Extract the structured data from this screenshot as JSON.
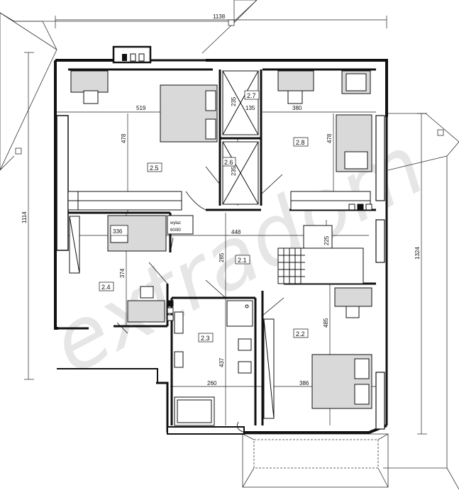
{
  "watermark": "extradom",
  "dimensions": {
    "top_total": "1138",
    "left_total": "1114",
    "right_total": "1324",
    "d519": "519",
    "d380": "380",
    "d135": "135",
    "d235a": "235",
    "d235b": "235",
    "d478a": "478",
    "d478b": "478",
    "d448": "448",
    "d225": "225",
    "d285": "285",
    "d374": "374",
    "d437": "437",
    "d485": "485",
    "d260": "260",
    "d386": "386",
    "d336": "336"
  },
  "rooms": {
    "r25": "2.5",
    "r26": "2.6",
    "r27": "2.7",
    "r28": "2.8",
    "r21": "2.1",
    "r22": "2.2",
    "r23": "2.3",
    "r24": "2.4"
  },
  "hatch_note": {
    "line1": "wyłaz",
    "line2": "60/80"
  },
  "colors": {
    "wall": "#111111",
    "furniture": "#d9d9d9",
    "roof": "#333333",
    "watermark": "#e6e6e6"
  }
}
